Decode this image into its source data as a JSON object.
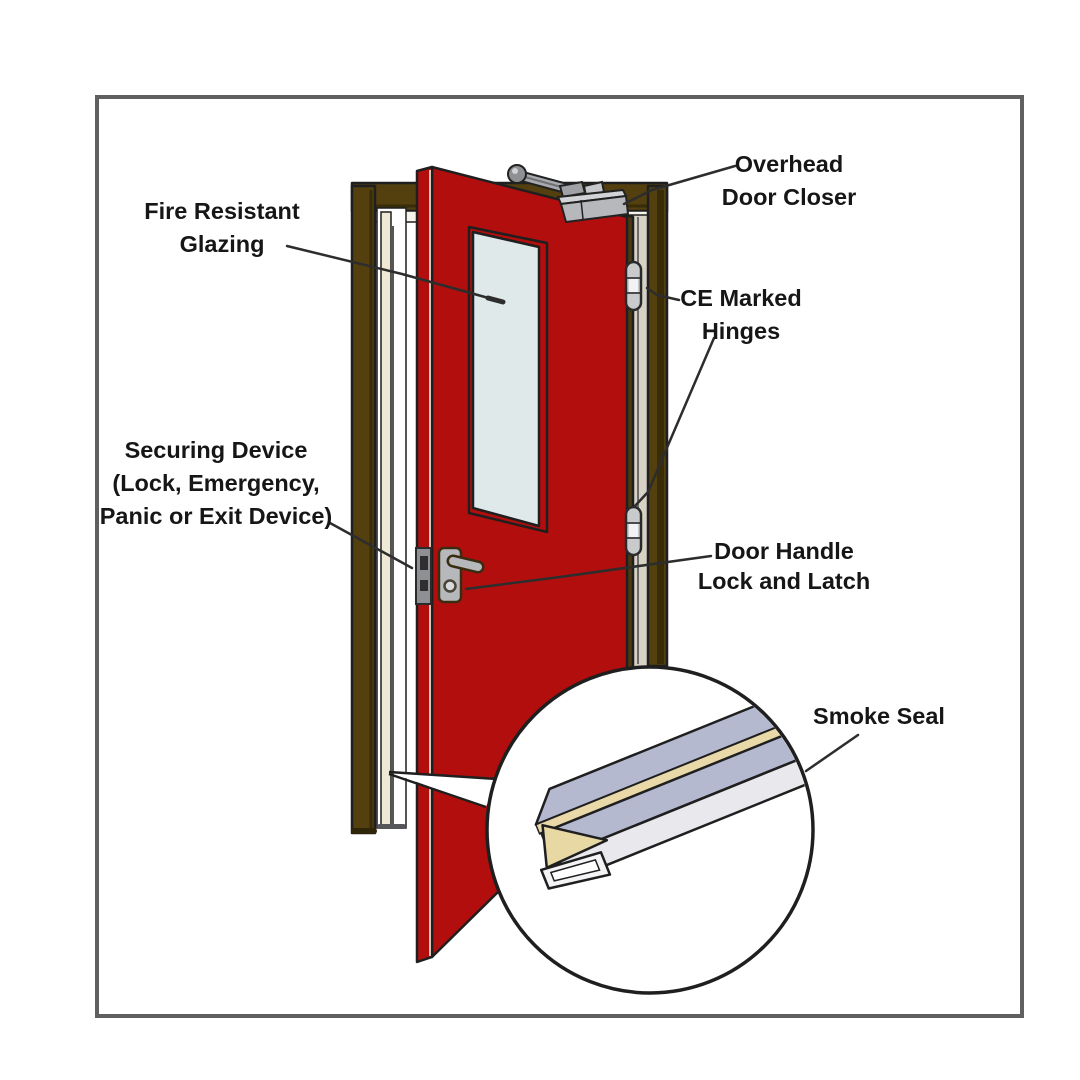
{
  "diagram": {
    "type": "fire-door-components-diagram",
    "labels": {
      "fire_resistant_glazing": {
        "lines": [
          "Fire Resistant",
          "Glazing"
        ]
      },
      "overhead_door_closer": {
        "lines": [
          "Overhead",
          "Door Closer"
        ]
      },
      "ce_marked_hinges": {
        "lines": [
          "CE Marked",
          "Hinges"
        ]
      },
      "securing_device": {
        "lines": [
          "Securing Device",
          "(Lock, Emergency,",
          "Panic or Exit Device)"
        ]
      },
      "door_handle_lock_latch": {
        "lines": [
          "Door Handle",
          "Lock and Latch"
        ]
      },
      "smoke_seal": {
        "lines": [
          "Smoke Seal"
        ]
      }
    },
    "colors": {
      "background": "#ffffff",
      "border": "#606060",
      "outline": "#1f1f1f",
      "leader": "#2d2d2d",
      "door_red": "#b30e0e",
      "door_edge_dark": "#4a3a12",
      "frame_brown": "#54400f",
      "frame_brown_dark": "#392c09",
      "frame_trim_cream": "#efe8d4",
      "frame_reveal_gray": "#d8d2c6",
      "glass_blue": "#dfe9ea",
      "hardware_gray": "#b7b8bc",
      "hardware_gray_dark": "#8e9094",
      "hinge_gray": "#c9cacc",
      "seal_lavender": "#b5b9d0",
      "seal_cream": "#e8d8a4",
      "seal_white": "#e8e8ed"
    }
  }
}
